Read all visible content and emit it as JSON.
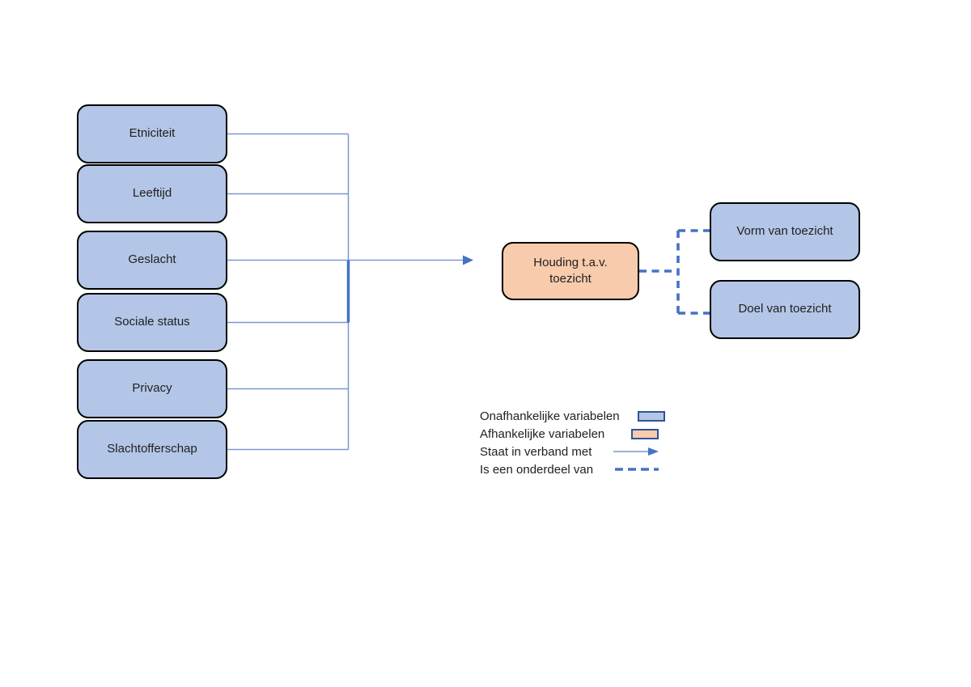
{
  "diagram": {
    "independent_boxes": [
      {
        "label": "Etniciteit"
      },
      {
        "label": "Leeftijd"
      },
      {
        "label": "Geslacht"
      },
      {
        "label": "Sociale status"
      },
      {
        "label": "Privacy"
      },
      {
        "label": "Slachtofferschap"
      }
    ],
    "dependent_box": {
      "label": "Houding t.a.v.\ntoezicht"
    },
    "component_boxes": [
      {
        "label": "Vorm van toezicht"
      },
      {
        "label": "Doel van toezicht"
      }
    ],
    "relations": [
      {
        "type": "staat-in-verband-met",
        "from": "independent_boxes",
        "to": "dependent_box",
        "style": "solid-arrow"
      },
      {
        "type": "is-een-onderdeel-van",
        "from": "dependent_box",
        "to": "Vorm van toezicht",
        "style": "dashed"
      },
      {
        "type": "is-een-onderdeel-van",
        "from": "dependent_box",
        "to": "Doel van toezicht",
        "style": "dashed"
      }
    ]
  },
  "legend": {
    "items": [
      {
        "label": "Onafhankelijke variabelen",
        "symbol": "independent-swatch"
      },
      {
        "label": "Afhankelijke variabelen",
        "symbol": "dependent-swatch"
      },
      {
        "label": "Staat in verband met",
        "symbol": "solid-arrow"
      },
      {
        "label": "Is een onderdeel van",
        "symbol": "dashed-line"
      }
    ]
  },
  "colors": {
    "independent_fill": "#b4c6e7",
    "dependent_fill": "#f8cbad",
    "box_border": "#000000",
    "connector_light_blue": "#7b97d1",
    "accent_blue": "#4472c4",
    "swatch_border": "#2f5496",
    "text": "#1f1f1f",
    "background": "#ffffff"
  }
}
